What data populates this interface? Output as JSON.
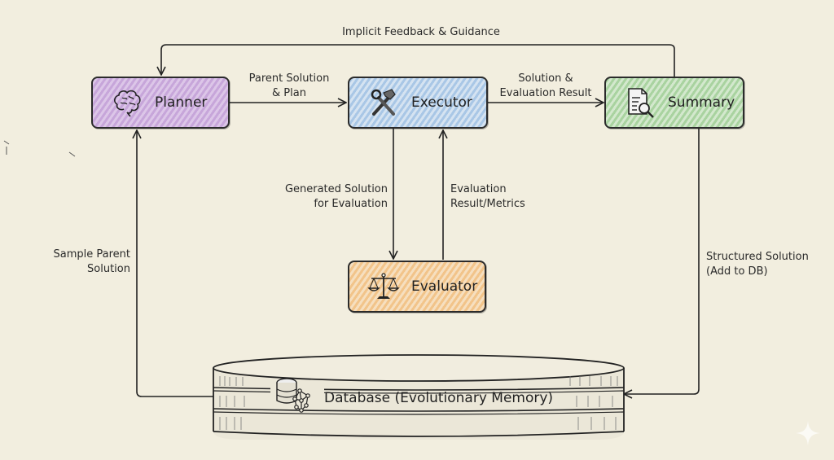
{
  "diagram": {
    "title": "Evolutionary agent loop",
    "nodes": {
      "planner": {
        "label": "Planner",
        "icon": "brain-icon",
        "color": "#c7a6da"
      },
      "executor": {
        "label": "Executor",
        "icon": "hammer-wrench-icon",
        "color": "#a9c7e6"
      },
      "summary": {
        "label": "Summary",
        "icon": "document-search-icon",
        "color": "#a9d3a0"
      },
      "evaluator": {
        "label": "Evaluator",
        "icon": "scales-icon",
        "color": "#f2c48a"
      },
      "database": {
        "label": "Database (Evolutionary Memory)",
        "icon": "database-network-icon",
        "color": "#ebe7d8"
      }
    },
    "edges": {
      "feedback": {
        "from": "summary",
        "to": "planner",
        "label": "Implicit Feedback & Guidance"
      },
      "planner_exec": {
        "from": "planner",
        "to": "executor",
        "label": "Parent Solution\n& Plan"
      },
      "exec_summary": {
        "from": "executor",
        "to": "summary",
        "label": "Solution &\nEvaluation Result"
      },
      "exec_eval": {
        "from": "executor",
        "to": "evaluator",
        "label": "Generated Solution\nfor Evaluation"
      },
      "eval_exec": {
        "from": "evaluator",
        "to": "executor",
        "label": "Evaluation\nResult/Metrics"
      },
      "db_planner": {
        "from": "database",
        "to": "planner",
        "label": "Sample Parent\nSolution"
      },
      "summary_db": {
        "from": "summary",
        "to": "database",
        "label": "Structured Solution\n(Add to DB)"
      }
    },
    "watermark_icon": "sparkle-icon"
  }
}
